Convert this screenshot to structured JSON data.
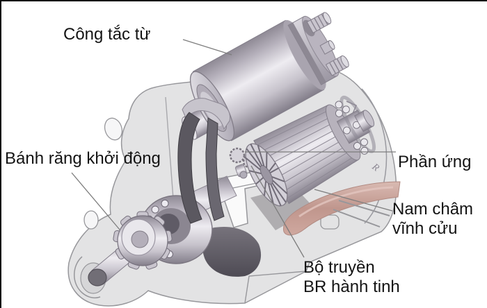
{
  "figure": {
    "type": "technical-cutaway-diagram",
    "subject": "starter-motor",
    "background": "#ffffff",
    "border_color": "#0a0a0a"
  },
  "callouts": {
    "solenoid": {
      "text": "Công tắc từ"
    },
    "pinion_gear": {
      "text": "Bánh răng khởi động"
    },
    "armature": {
      "text": "Phần ứng"
    },
    "permanent_magnet": {
      "line1": "Nam châm",
      "line2": "vĩnh cửu"
    },
    "planetary_gear": {
      "line1": "Bộ truyền",
      "line2": "BR hành tinh"
    }
  },
  "marks": {
    "housing_mark": "R"
  },
  "colors": {
    "label_text": "#141414",
    "leader_line": "#7d7d7d",
    "housing_fill": "#e3e3e4",
    "housing_stroke": "#97979b",
    "metal_highlight": "#eeecf1",
    "metal_mid": "#b4afba",
    "metal_shadow": "#837e8a",
    "magnet_fill": "#c59c93",
    "fork_fill": "#5b5860",
    "shaft_tip": "#716e76"
  }
}
